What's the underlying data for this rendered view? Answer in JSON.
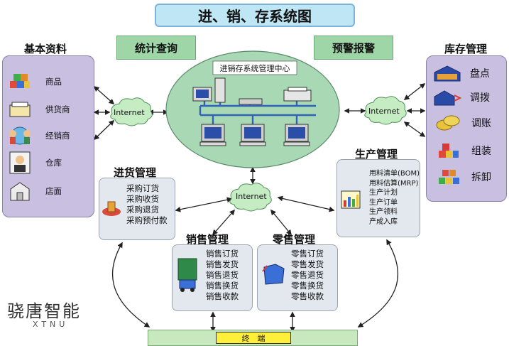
{
  "title": "进、销、存系统图",
  "buttons": {
    "stats": "统计查询",
    "alert": "预警报警"
  },
  "center": {
    "label": "进销存系统管理中心"
  },
  "internet_label": "Internet",
  "basic": {
    "heading": "基本资料",
    "items": [
      "商品",
      "供货商",
      "经销商",
      "仓库",
      "店面"
    ]
  },
  "inventory": {
    "heading": "库存管理",
    "items": [
      "盘点",
      "调拨",
      "调账",
      "组装",
      "拆卸"
    ]
  },
  "purchase": {
    "heading": "进货管理",
    "items": [
      "采购订货",
      "采购收货",
      "采购退货",
      "采购预付款"
    ]
  },
  "production": {
    "heading": "生产管理",
    "items": [
      "用料清单(BOM)",
      "用料估算(MRP)",
      "生产计划",
      "生产订单",
      "生产领料",
      "产成入库"
    ]
  },
  "sales": {
    "heading": "销售管理",
    "items": [
      "销售订货",
      "销售发货",
      "销售退货",
      "销售换货",
      "销售收款"
    ]
  },
  "retail": {
    "heading": "零售管理",
    "items": [
      "零售订货",
      "零售发货",
      "零售退货",
      "零售换货",
      "零售收款"
    ]
  },
  "terminal": {
    "label": "终　端"
  },
  "logo": {
    "cn": "骁唐智能",
    "en": "XTNU"
  },
  "colors": {
    "lavender": "#c9bfe1",
    "green": "#9fd6a7",
    "ellipse": "#a8d8b4",
    "network": "#2f63b8",
    "cloud": "#c6ecc4"
  }
}
